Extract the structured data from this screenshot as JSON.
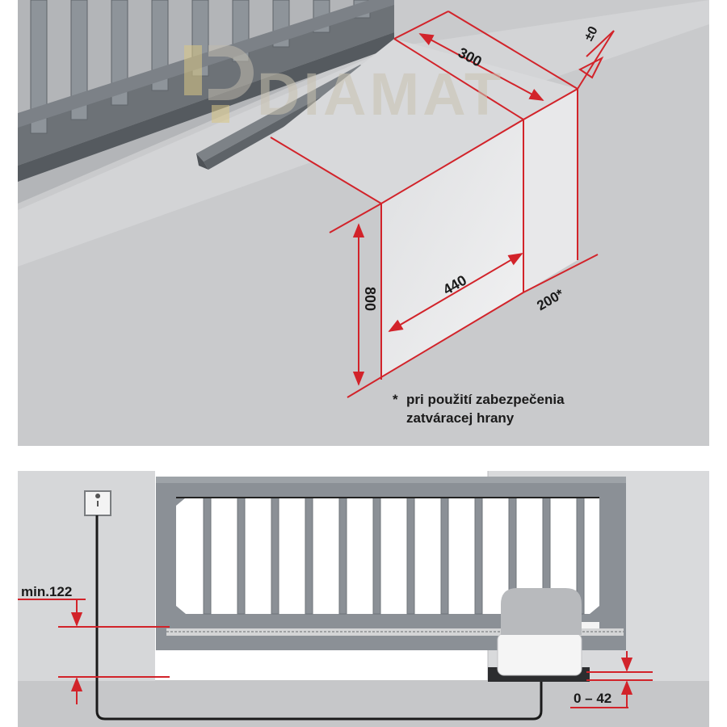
{
  "watermark": {
    "text": "DIAMAT"
  },
  "foundation": {
    "depth_label": "300",
    "level_label": "±0",
    "width_label": "440",
    "height_label": "800",
    "edge_label": "200*"
  },
  "footnote": {
    "star": "*",
    "line1": "pri použití zabezpečenia",
    "line2": "zatváracej hrany"
  },
  "elevation": {
    "min_height_label": "min.122",
    "gap_label": "0 – 42"
  },
  "colors": {
    "dimension_red": "#d2232a",
    "gate_grey": "#8b9096",
    "ground_grey": "#c8c9cb"
  }
}
